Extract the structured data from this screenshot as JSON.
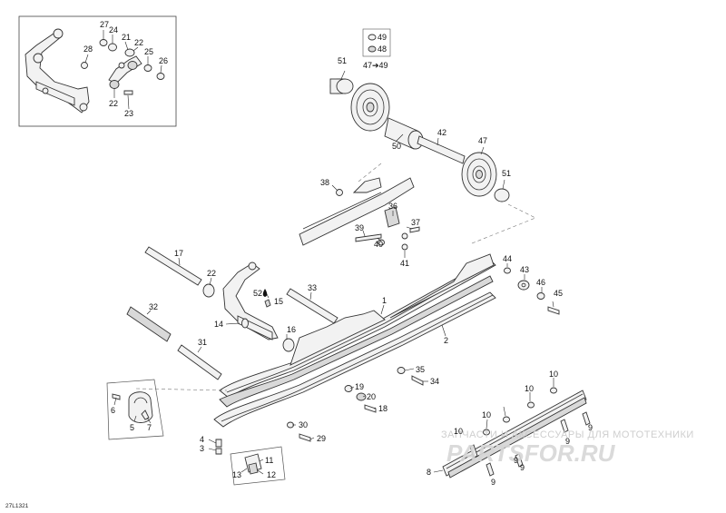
{
  "drawing_ref": "27L1321",
  "watermark": {
    "tagline": "ЗАПЧАСТИ И АКСЕССУАРЫ ДЛЯ МОТОТЕХНИКИ",
    "brand": "PARTSFOR.RU"
  },
  "callouts": [
    {
      "id": "c27",
      "label": "27"
    },
    {
      "id": "c24",
      "label": "24"
    },
    {
      "id": "c21",
      "label": "21"
    },
    {
      "id": "c28",
      "label": "28"
    },
    {
      "id": "c22a",
      "label": "22"
    },
    {
      "id": "c25",
      "label": "25"
    },
    {
      "id": "c26",
      "label": "26"
    },
    {
      "id": "c22b",
      "label": "22"
    },
    {
      "id": "c23",
      "label": "23"
    },
    {
      "id": "c49",
      "label": "49"
    },
    {
      "id": "c48",
      "label": "48"
    },
    {
      "id": "c51a",
      "label": "51"
    },
    {
      "id": "c4749",
      "label": "47➔49"
    },
    {
      "id": "c50",
      "label": "50"
    },
    {
      "id": "c42",
      "label": "42"
    },
    {
      "id": "c47",
      "label": "47"
    },
    {
      "id": "c51b",
      "label": "51"
    },
    {
      "id": "c38",
      "label": "38"
    },
    {
      "id": "c36",
      "label": "36"
    },
    {
      "id": "c39",
      "label": "39"
    },
    {
      "id": "c37",
      "label": "37"
    },
    {
      "id": "c40",
      "label": "40"
    },
    {
      "id": "c41",
      "label": "41"
    },
    {
      "id": "c17",
      "label": "17"
    },
    {
      "id": "c22c",
      "label": "22"
    },
    {
      "id": "c52",
      "label": "52"
    },
    {
      "id": "c15",
      "label": "15"
    },
    {
      "id": "c33",
      "label": "33"
    },
    {
      "id": "c32",
      "label": "32"
    },
    {
      "id": "c14",
      "label": "14"
    },
    {
      "id": "c16",
      "label": "16"
    },
    {
      "id": "c31",
      "label": "31"
    },
    {
      "id": "c1",
      "label": "1"
    },
    {
      "id": "c2",
      "label": "2"
    },
    {
      "id": "c44",
      "label": "44"
    },
    {
      "id": "c43",
      "label": "43"
    },
    {
      "id": "c46",
      "label": "46"
    },
    {
      "id": "c45",
      "label": "45"
    },
    {
      "id": "c35",
      "label": "35"
    },
    {
      "id": "c34",
      "label": "34"
    },
    {
      "id": "c19",
      "label": "19"
    },
    {
      "id": "c20",
      "label": "20"
    },
    {
      "id": "c18",
      "label": "18"
    },
    {
      "id": "c6",
      "label": "6"
    },
    {
      "id": "c5",
      "label": "5"
    },
    {
      "id": "c7",
      "label": "7"
    },
    {
      "id": "c30",
      "label": "30"
    },
    {
      "id": "c29",
      "label": "29"
    },
    {
      "id": "c4",
      "label": "4"
    },
    {
      "id": "c3",
      "label": "3"
    },
    {
      "id": "c11",
      "label": "11"
    },
    {
      "id": "c13",
      "label": "13"
    },
    {
      "id": "c12",
      "label": "12"
    },
    {
      "id": "c10a",
      "label": "10"
    },
    {
      "id": "c10b",
      "label": "10"
    },
    {
      "id": "c10c",
      "label": "10"
    },
    {
      "id": "c10d",
      "label": "10"
    },
    {
      "id": "c9a",
      "label": "9"
    },
    {
      "id": "c9b",
      "label": "9"
    },
    {
      "id": "c9c",
      "label": "9"
    },
    {
      "id": "c9d",
      "label": "9"
    },
    {
      "id": "c9e",
      "label": "9"
    },
    {
      "id": "c8",
      "label": "8"
    }
  ]
}
